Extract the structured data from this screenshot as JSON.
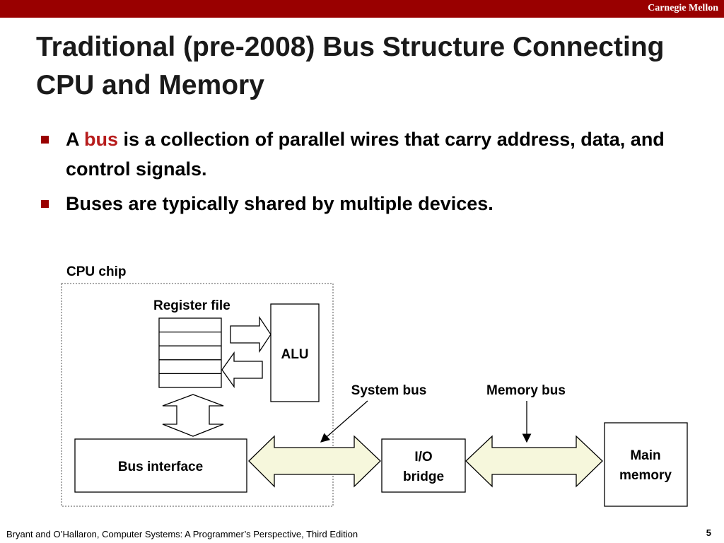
{
  "header": {
    "brand": "Carnegie Mellon",
    "bar_color": "#990000"
  },
  "slide": {
    "title": "Traditional (pre-2008) Bus Structure Connecting CPU and Memory",
    "bullets": [
      {
        "parts": [
          "A ",
          "bus",
          " is a collection of parallel wires that carry address, data, and control signals."
        ],
        "highlight_color": "#b71c1c"
      },
      {
        "text": "Buses are typically shared by multiple devices."
      }
    ]
  },
  "diagram": {
    "cpu_chip_label": "CPU chip",
    "register_file_label": "Register file",
    "alu_label": "ALU",
    "system_bus_label": "System bus",
    "memory_bus_label": "Memory bus",
    "bus_interface_label": "Bus interface",
    "io_bridge_label": [
      "I/O",
      "bridge"
    ],
    "main_memory_label": [
      "Main",
      "memory"
    ],
    "bus_fill_color": "#f6f7dc"
  },
  "footer": {
    "citation": "Bryant and O’Hallaron, Computer Systems: A Programmer’s Perspective, Third Edition",
    "page_number": "5"
  }
}
